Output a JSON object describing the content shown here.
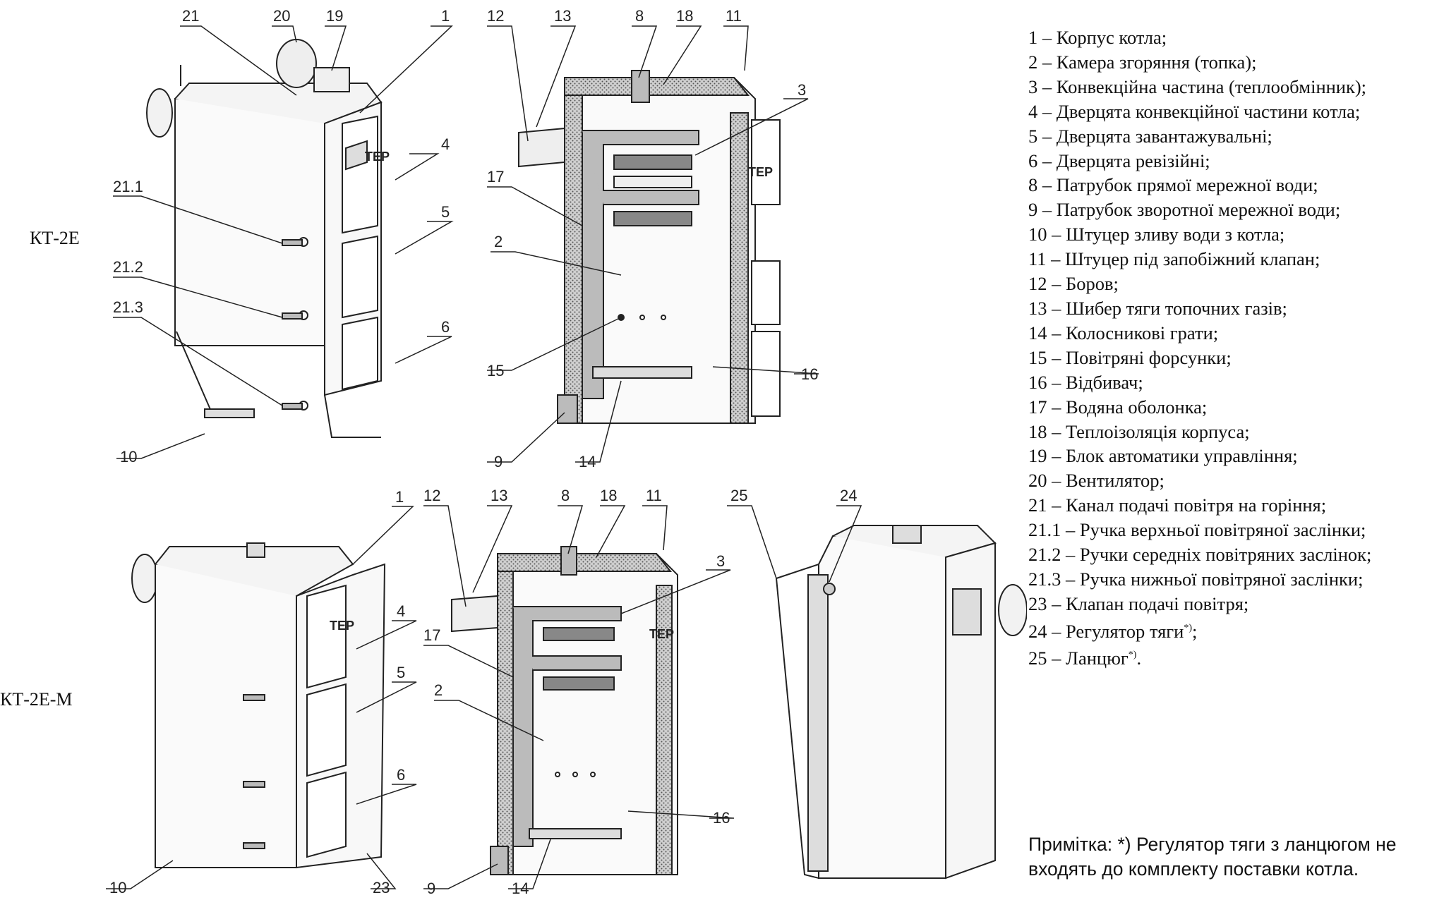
{
  "models": {
    "top": "КТ-2Е",
    "bottom": "КТ-2Е-М"
  },
  "callouts": {
    "top_left": [
      "21",
      "20",
      "19",
      "1",
      "21.1",
      "4",
      "21.2",
      "5",
      "21.3",
      "6",
      "10"
    ],
    "top_mid": [
      "12",
      "13",
      "8",
      "18",
      "11",
      "3",
      "17",
      "2",
      "15",
      "16",
      "9",
      "14"
    ],
    "bottom_left": [
      "1",
      "4",
      "5",
      "6",
      "10",
      "23"
    ],
    "bottom_mid": [
      "12",
      "13",
      "8",
      "18",
      "11",
      "3",
      "17",
      "2",
      "16",
      "9",
      "14"
    ],
    "bottom_right": [
      "25",
      "24"
    ]
  },
  "legend": [
    "1 – Корпус котла;",
    "2 – Камера згоряння (топка);",
    "3 – Конвекційна частина (теплообмінник);",
    "4 – Дверцята конвекційної частини котла;",
    "5 – Дверцята завантажувальні;",
    "6 – Дверцята ревізійні;",
    "8 – Патрубок прямої мережної води;",
    "9 – Патрубок зворотної мережної води;",
    "10 – Штуцер зливу води з котла;",
    "11 – Штуцер під запобіжний клапан;",
    "12 – Боров;",
    "13 – Шибер тяги топочних газів;",
    "14 – Колосникові грати;",
    "15 – Повітряні форсунки;",
    "16 – Відбивач;",
    "17 – Водяна оболонка;",
    "18 – Теплоізоляція корпуса;",
    "19 – Блок автоматики управління;",
    "20 – Вентилятор;",
    "21 – Канал подачі повітря на горіння;",
    "21.1 – Ручка верхньої повітряної заслінки;",
    "21.2 – Ручки середніх повітряних заслінок;",
    "21.3 – Ручка нижньої повітряної заслінки;",
    "23 – Клапан подачі повітря;"
  ],
  "legend_sup": [
    {
      "pre": "24 – Регулятор тяги",
      "sup": "*)",
      "post": ";"
    },
    {
      "pre": "25 – Ланцюг",
      "sup": "*)",
      "post": "."
    }
  ],
  "note": "Примітка: *) Регулятор тяги з ланцюгом не входять до комплекту поставки котла.",
  "brand": "ТЕР"
}
